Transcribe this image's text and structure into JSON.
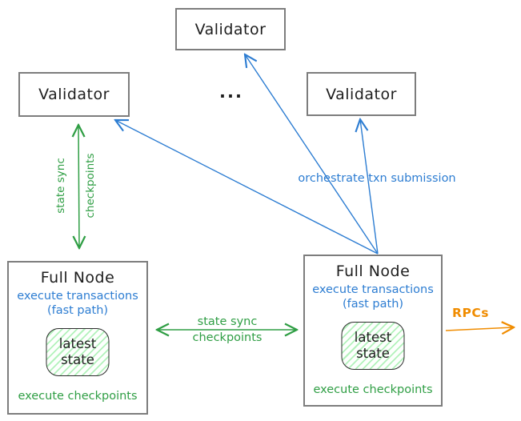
{
  "diagram": {
    "validator_top": {
      "label": "Validator"
    },
    "validator_left": {
      "label": "Validator"
    },
    "validator_right": {
      "label": "Validator"
    },
    "ellipsis": "...",
    "full_node_left": {
      "title": "Full Node",
      "exec_txn_line1": "execute transactions",
      "exec_txn_line2": "(fast path)",
      "latest_state": "latest\nstate",
      "exec_checkpoints": "execute checkpoints"
    },
    "full_node_right": {
      "title": "Full Node",
      "exec_txn_line1": "execute transactions",
      "exec_txn_line2": "(fast path)",
      "latest_state": "latest\nstate",
      "exec_checkpoints": "execute checkpoints"
    },
    "edge_labels": {
      "state_sync_vertical_line1": "state sync",
      "state_sync_vertical_line2": "checkpoints",
      "state_sync_horizontal_line1": "state sync",
      "state_sync_horizontal_line2": "checkpoints",
      "orchestrate": "orchestrate txn submission",
      "rpcs": "RPCs"
    },
    "colors": {
      "blue": "#2d7dd2",
      "green": "#2f9e44",
      "orange": "#f08c00",
      "box_border": "#7d7d7d",
      "ink": "#1e1e1e",
      "hatch": "#b2f2bb"
    }
  }
}
